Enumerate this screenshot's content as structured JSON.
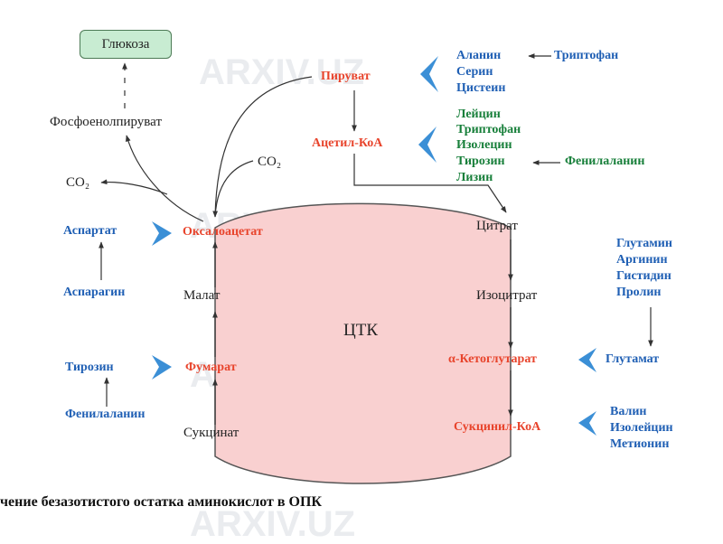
{
  "colors": {
    "cycle_fill": "#f9d0d0",
    "cycle_stroke": "#555555",
    "intermediate_red": "#e8442c",
    "amino_blue": "#1f5fb4",
    "amino_green": "#177f3a",
    "glucose_fill": "#c8ecd2",
    "chevron_blue": "#3b8fd6"
  },
  "labels": {
    "glucose": "Глюкоза",
    "pep": "Фосфоенолпируват",
    "co2": "CO₂",
    "pyruvate": "Пируват",
    "acetyl_coa": "Ацетил-КоА",
    "oxaloacetate": "Оксалоацетат",
    "citrate": "Цитрат",
    "isocitrate": "Изоцитрат",
    "ketoglutarate": "α-Кетоглутарат",
    "succinyl_coa": "Сукцинил-КоА",
    "succinate": "Сукцинат",
    "fumarate": "Фумарат",
    "malate": "Малат",
    "tca": "ЦТК"
  },
  "amino_acids": {
    "pyruvate_group": [
      "Аланин",
      "Серин",
      "Цистеин"
    ],
    "pyruvate_tryptophan": "Триптофан",
    "acetyl_group": [
      "Лейцин",
      "Триптофан",
      "Изолецин",
      "Тирозин",
      "Лизин"
    ],
    "acetyl_phenylalanine": "Фенилаланин",
    "aspartate": "Аспартат",
    "asparagine": "Аспарагин",
    "fumarate_tyrosine": "Тирозин",
    "fumarate_phenylalanine": "Фенилаланин",
    "glutamate_group": [
      "Глутамин",
      "Аргинин",
      "Гистидин",
      "Пролин"
    ],
    "glutamate": "Глутамат",
    "succinyl_group": [
      "Валин",
      "Изолейцин",
      "Метионин"
    ]
  },
  "caption": "чение безазотистого остатка аминокислот в ОПК",
  "watermark": "ARXIV.UZ"
}
